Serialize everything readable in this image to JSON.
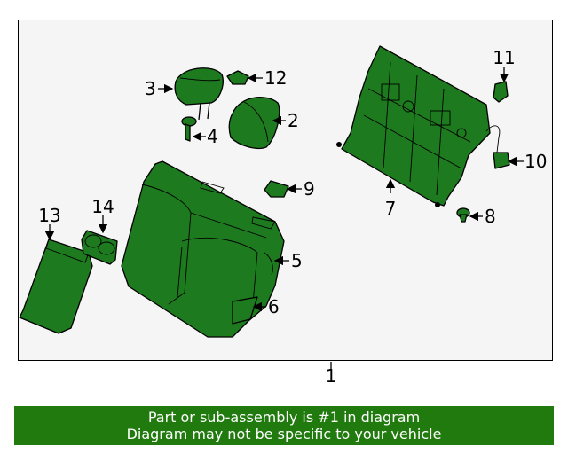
{
  "callouts": {
    "c1": "1",
    "c2": "2",
    "c3": "3",
    "c4": "4",
    "c5": "5",
    "c6": "6",
    "c7": "7",
    "c8": "8",
    "c9": "9",
    "c10": "10",
    "c11": "11",
    "c12": "12",
    "c13": "13",
    "c14": "14"
  },
  "banner": {
    "line1": "Part or sub-assembly is #1 in diagram",
    "line2": "Diagram may not be specific to your vehicle"
  },
  "colors": {
    "part_fill": "#1e7a1e",
    "banner_bg": "#217a0e",
    "banner_text": "#ffffff"
  }
}
